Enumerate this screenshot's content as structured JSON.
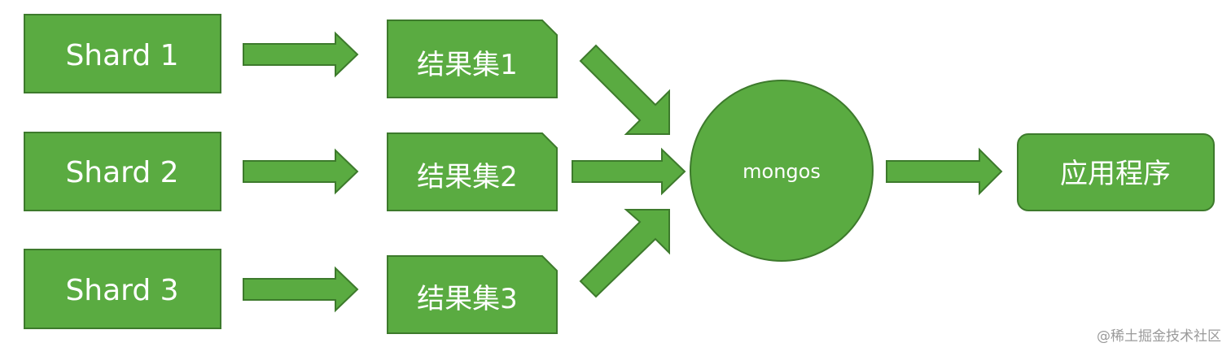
{
  "diagram": {
    "shards": [
      {
        "label": "Shard 1"
      },
      {
        "label": "Shard 2"
      },
      {
        "label": "Shard 3"
      }
    ],
    "result_sets": [
      {
        "label": "结果集1"
      },
      {
        "label": "结果集2"
      },
      {
        "label": "结果集3"
      }
    ],
    "router": {
      "label": "mongos"
    },
    "application": {
      "label": "应用程序"
    }
  },
  "watermark": {
    "text": "@稀土掘金技术社区"
  },
  "colors": {
    "fill": "#5aab41",
    "stroke": "#3d7a2c",
    "text": "#ffffff",
    "watermark": "#9a9a9a"
  }
}
